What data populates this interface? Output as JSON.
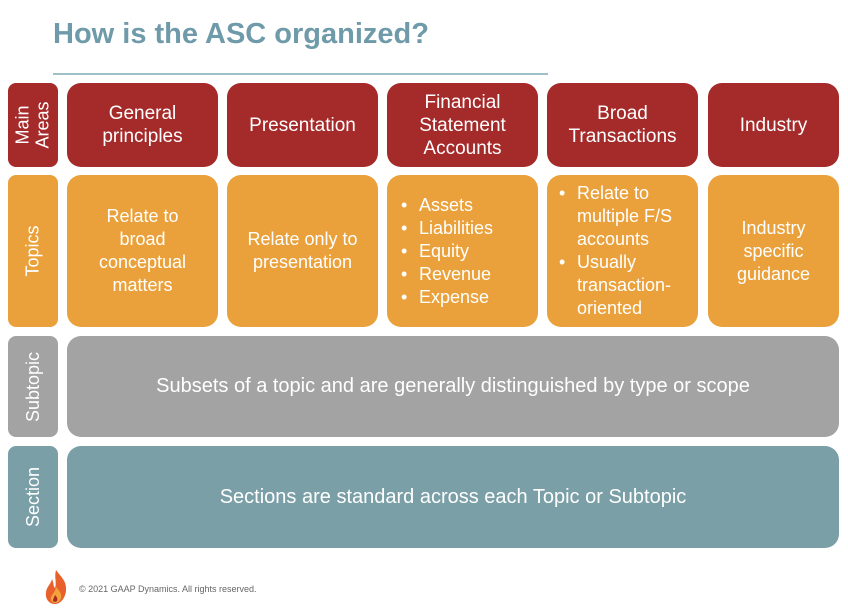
{
  "title": "How is the ASC organized?",
  "colors": {
    "main_areas": "#a52a2a",
    "topics": "#eaa13b",
    "subtopic": "#a3a3a3",
    "section": "#7a9fa7",
    "title": "#6e9aa9"
  },
  "rows": {
    "main_areas": "Main\nAreas",
    "topics": "Topics",
    "subtopic": "Subtopic",
    "section": "Section"
  },
  "main_areas": [
    "General\nprinciples",
    "Presentation",
    "Financial\nStatement\nAccounts",
    "Broad\nTransactions",
    "Industry"
  ],
  "topics": {
    "general": "Relate to\nbroad\nconceptual\nmatters",
    "presentation": "Relate only to\npresentation",
    "financial": [
      "Assets",
      "Liabilities",
      "Equity",
      "Revenue",
      "Expense"
    ],
    "broad": [
      "Relate to multiple F/S accounts",
      "Usually transaction-oriented"
    ],
    "industry": "Industry\nspecific\nguidance"
  },
  "subtopic_text": "Subsets of a topic and are generally distinguished by type or scope",
  "section_text": "Sections are standard across each Topic or Subtopic",
  "footer": "© 2021 GAAP Dynamics. All rights reserved.",
  "logo_icon": "flame-icon"
}
